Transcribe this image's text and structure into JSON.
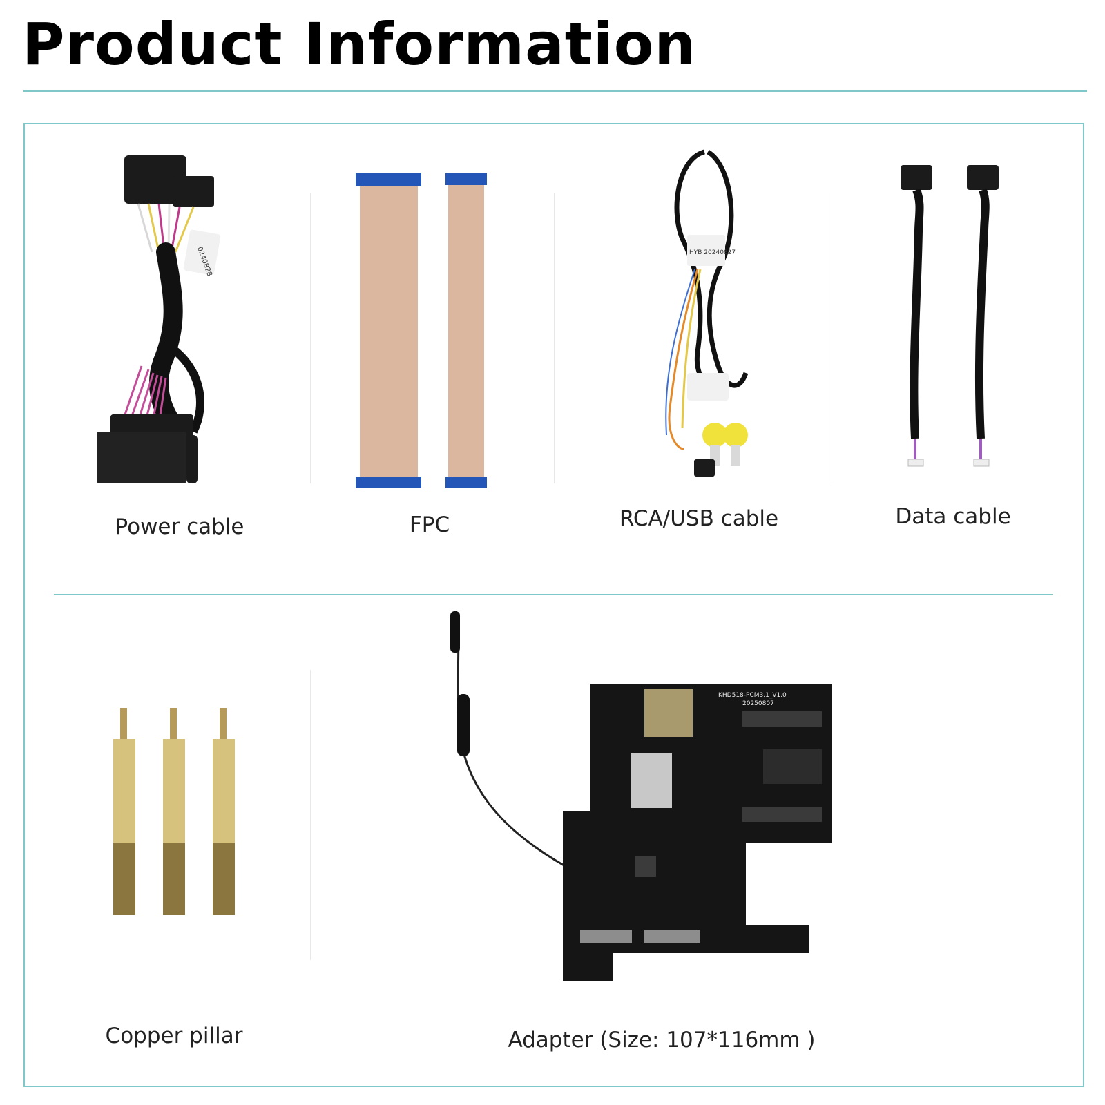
{
  "title": "Product Information",
  "items": [
    {
      "label": "Power cable",
      "icon": "wire-harness-icon"
    },
    {
      "label": "FPC",
      "icon": "flat-ribbon-cable-icon"
    },
    {
      "label": "RCA/USB cable",
      "icon": "rca-usb-cable-icon"
    },
    {
      "label": "Data cable",
      "icon": "data-cable-icon"
    },
    {
      "label": "Copper pillar",
      "icon": "copper-standoff-icon"
    },
    {
      "label": "Adapter (Size: 107*116mm )",
      "icon": "circuit-board-icon"
    }
  ],
  "markings": {
    "power_tag": "0240828",
    "rca_tag": "HYB 20240827",
    "board_model": "KHD518-PCM3.1_V1.0",
    "board_date": "20250807"
  },
  "colors": {
    "accent": "#7fc8c9"
  }
}
